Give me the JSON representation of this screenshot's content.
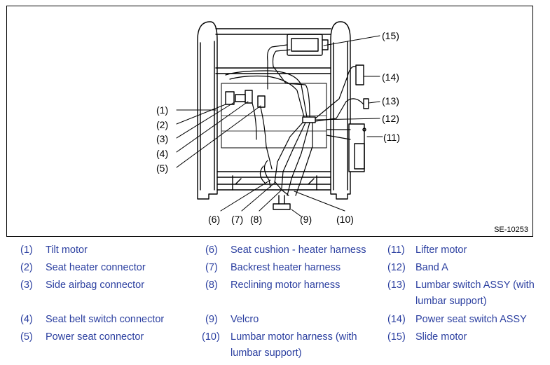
{
  "figure": {
    "code": "SE-10253",
    "callouts": [
      "(1)",
      "(2)",
      "(3)",
      "(4)",
      "(5)",
      "(6)",
      "(7)",
      "(8)",
      "(9)",
      "(10)",
      "(11)",
      "(12)",
      "(13)",
      "(14)",
      "(15)"
    ]
  },
  "legend": [
    {
      "num": "(1)",
      "label": "Tilt motor"
    },
    {
      "num": "(2)",
      "label": "Seat heater connector"
    },
    {
      "num": "(3)",
      "label": "Side airbag connector"
    },
    {
      "num": "(4)",
      "label": "Seat belt switch connector"
    },
    {
      "num": "(5)",
      "label": "Power seat connector"
    },
    {
      "num": "(6)",
      "label": "Seat cushion - heater harness"
    },
    {
      "num": "(7)",
      "label": "Backrest heater harness"
    },
    {
      "num": "(8)",
      "label": "Reclining motor harness"
    },
    {
      "num": "(9)",
      "label": "Velcro"
    },
    {
      "num": "(10)",
      "label": "Lumbar motor harness (with lumbar support)"
    },
    {
      "num": "(11)",
      "label": "Lifter motor"
    },
    {
      "num": "(12)",
      "label": "Band A"
    },
    {
      "num": "(13)",
      "label": "Lumbar switch ASSY (with lumbar support)"
    },
    {
      "num": "(14)",
      "label": "Power seat switch ASSY"
    },
    {
      "num": "(15)",
      "label": "Slide motor"
    }
  ],
  "colors": {
    "legend_text": "#2b3fa0",
    "line": "#000000"
  }
}
